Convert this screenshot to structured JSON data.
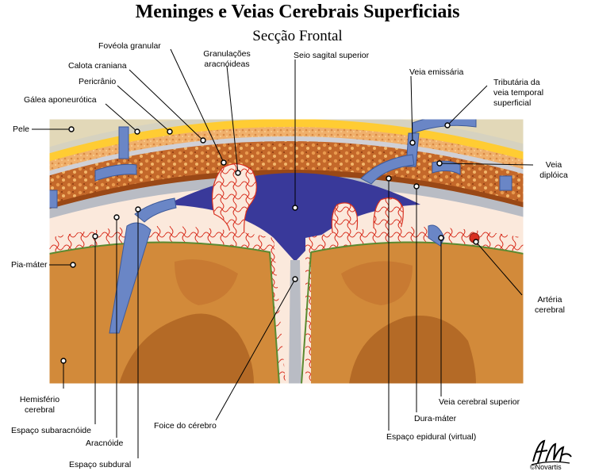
{
  "title": "Meninges e Veias Cerebrais Superficiais",
  "subtitle": "Secção Frontal",
  "labels": {
    "foveola": "Fovéola granular",
    "granulacoes": "Granulações\naracnóideas",
    "seio": "Seio sagital superior",
    "calota": "Calota craniana",
    "pericranio": "Pericrânio",
    "galea": "Gálea aponeurótica",
    "pele": "Pele",
    "emissaria": "Veia emissária",
    "tributaria": "Tributária da\nveia temporal\nsuperficial",
    "diploica": "Veia\ndiplóica",
    "pia": "Pia-máter",
    "arteria": "Artéria\ncerebral",
    "hemisferio": "Hemisfério\ncerebral",
    "veia_superior": "Veia cerebral superior",
    "dura": "Dura-máter",
    "foice": "Foice do cérebro",
    "subaracnoide": "Espaço subaracnóide",
    "aracnoide": "Aracnóide",
    "subdural": "Espaço subdural",
    "epidural": "Espaço epidural (virtual)"
  },
  "logo_brand": "©Novartis",
  "colors": {
    "skin": "#e9a25a",
    "bone": "#b85a1e",
    "dura": "#b9bcc4",
    "venous": "#39399a",
    "brain": "#d28a3a",
    "vessel_red": "#d83020",
    "pia_green": "#5a8a30"
  }
}
